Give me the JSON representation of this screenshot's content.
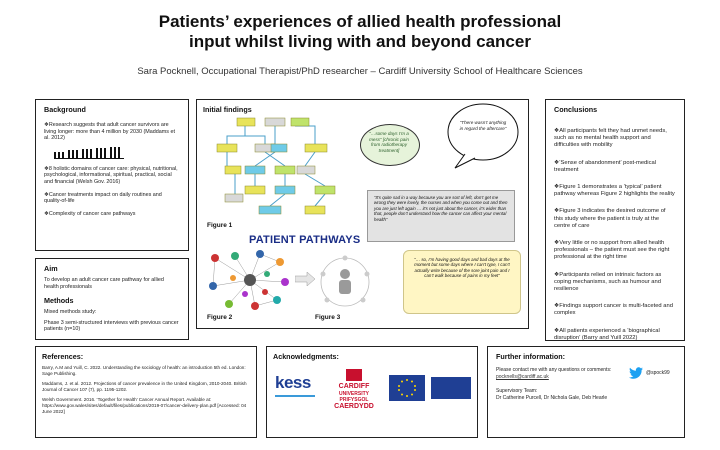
{
  "header": {
    "title_line1": "Patients’ experiences of allied health professional",
    "title_line2": "input whilst living with and beyond cancer",
    "subtitle": "Sara Pocknell, Occupational Therapist/PhD researcher – Cardiff University School of Healthcare Sciences"
  },
  "background": {
    "heading": "Background",
    "bullet1": "❖Research suggests that adult cancer survivors are living longer: more than 4 million by 2030 (Maddams et al. 2012)",
    "bullet2": "❖8 holistic domains of cancer care: physical, nutritional, psychological, informational, spiritual, practical, social and financial (Welsh Gov. 2016)",
    "bullet3": "❖Cancer treatments impact on daily routines and quality-of-life",
    "bullet4": "❖Complexity of cancer care pathways"
  },
  "aim": {
    "heading": "Aim",
    "text": "To develop an adult cancer care pathway for allied health professionals",
    "methods_heading": "Methods",
    "methods1": "Mixed methods study:",
    "methods2": "Phase 3 semi-structured interviews with previous cancer patients (n=10)"
  },
  "findings": {
    "heading": "Initial findings",
    "figure1": "Figure 1",
    "figure2": "Figure 2",
    "figure3": "Figure 3",
    "pathways_label": "PATIENT PATHWAYS",
    "quote_pain": "“…some days I’m a mess” [chronic pain from radiotherapy treatment]",
    "quote_nothing": "“There wasn’t anything in regard the aftercare”",
    "quote_long": "“It’s quite sad in a way because you are sort of left, don’t get me wrong they were lovely, the nurses and when you come out and then you are just left again … it’s not just about the cancer, it’s wider than that, people don’t understand how the cancer can affect your mental health”",
    "quote_days": "“… so, I’m having good days and bad days at the moment but some days where I can’t type, I can’t actually write because of the sore joint pain and I can’t walk because of pains in my feet”"
  },
  "conclusions": {
    "heading": "Conclusions",
    "c1": "❖All participants felt they had unmet needs, such as no mental health support and difficulties with mobility",
    "c2": "❖‘Sense of abandonment’ post-medical treatment",
    "c3": "❖Figure 1 demonstrates a ‘typical’ patient pathway whereas Figure 2 highlights the reality",
    "c4": "❖Figure 3 indicates the desired outcome of this study where the patient is truly at the centre of care",
    "c5": "❖Very little or no support from allied health professionals – the patient must see the right professional at the right time",
    "c6": "❖Participants relied on intrinsic factors as coping mechanisms, such as humour and resilience",
    "c7": "❖Findings support cancer is multi-faceted and complex",
    "c8": "❖All patients experienced a ‘biographical disruption’ (Barry and Yuill 2022)"
  },
  "references": {
    "heading": "References:",
    "r1": "Barry, A.M and Yuill, C. 2022. Understanding the sociology of health: an introduction 5th ed. London: Sage Publishing.",
    "r2": "Maddams, J. et al. 2012. Projections of cancer prevalence in the United Kingdom, 2010-2040. British Journal of Cancer 107 (7), pp. 1195-1202.",
    "r3": "Welsh Government. 2016. ‘Together for Health’ Cancer Annual Report. Available at: https://www.gov.wales/sites/default/files/publications/2019-07/cancer-delivery-plan.pdf [Accessed: 04 June 2022]"
  },
  "acknowledgments": {
    "heading": "Acknowledgments:",
    "kess": "kess",
    "cardiff1": "CARDIFF",
    "cardiff2": "UNIVERSITY",
    "cardiff3": "PRIFYSGOL",
    "cardiff4": "CAERDYDD"
  },
  "further": {
    "heading": "Further information:",
    "contact": "Please contact me with any questions or comments:",
    "email": "pocknells@cardiff.ac.uk",
    "twitter": "@spock99",
    "supervisory": "Supervisory Team:",
    "team": "Dr Catherine Purcell, Dr Nichola Gale, Deb Hearle"
  },
  "colors": {
    "twitter": "#1da1f2",
    "cardiff_red": "#c8102e",
    "eu_blue": "#1f3f94",
    "pathways_blue": "#1a2d86"
  }
}
